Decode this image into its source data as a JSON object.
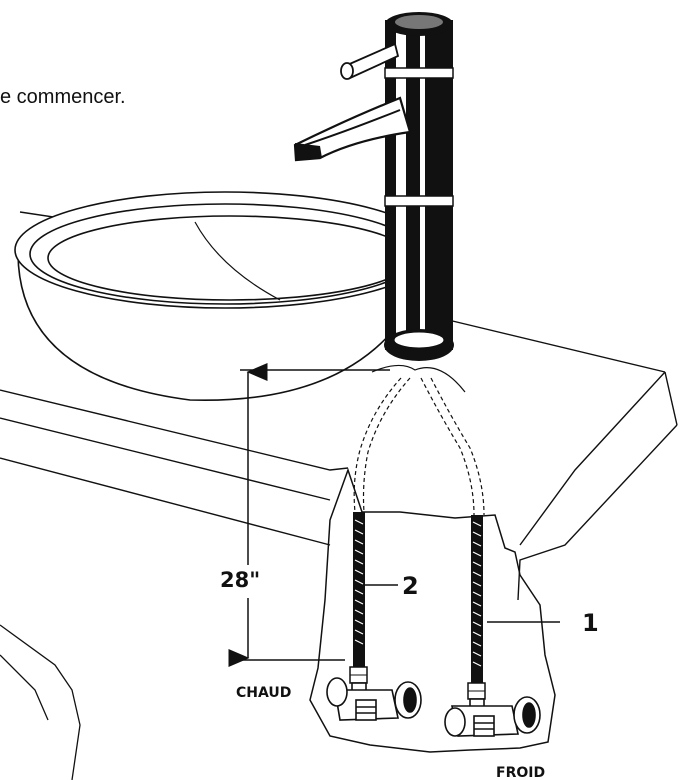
{
  "intro_text": "e commencer.",
  "dimension_label": "28\"",
  "callouts": {
    "hot_number": "2",
    "cold_number": "1"
  },
  "valve_labels": {
    "hot": "CHAUD",
    "cold": "FROID"
  },
  "colors": {
    "ink": "#111111",
    "background": "#ffffff"
  }
}
